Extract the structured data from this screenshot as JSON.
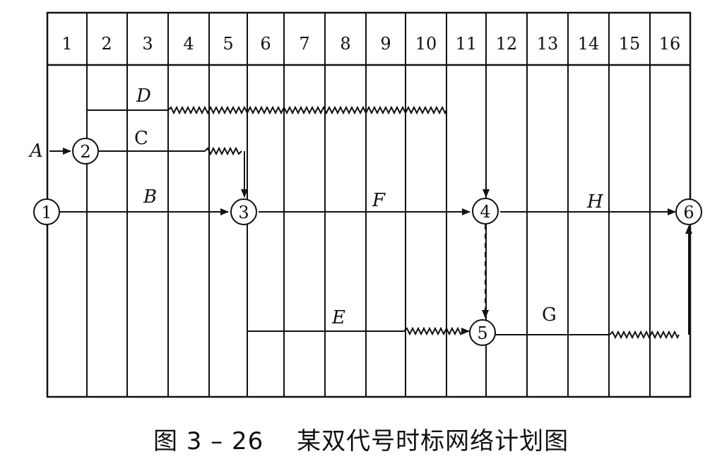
{
  "time_scale": [
    "1",
    "2",
    "3",
    "4",
    "5",
    "6",
    "7",
    "8",
    "9",
    "10",
    "11",
    "12",
    "13",
    "14",
    "15",
    "16"
  ],
  "nodes": [
    {
      "id": "node-1",
      "label": "1"
    },
    {
      "id": "node-2",
      "label": "2"
    },
    {
      "id": "node-3",
      "label": "3"
    },
    {
      "id": "node-4",
      "label": "4"
    },
    {
      "id": "node-5",
      "label": "5"
    },
    {
      "id": "node-6",
      "label": "6"
    }
  ],
  "activities": [
    {
      "id": "activity-a",
      "label": "A",
      "from": "",
      "to": "2"
    },
    {
      "id": "activity-b",
      "label": "B",
      "from": "1",
      "to": "3"
    },
    {
      "id": "activity-c",
      "label": "C",
      "from": "2",
      "to": "3"
    },
    {
      "id": "activity-d",
      "label": "D",
      "from": "2",
      "to": "4"
    },
    {
      "id": "activity-e",
      "label": "E",
      "from": "3",
      "to": "5"
    },
    {
      "id": "activity-f",
      "label": "F",
      "from": "3",
      "to": "4"
    },
    {
      "id": "activity-g",
      "label": "G",
      "from": "5",
      "to": "6"
    },
    {
      "id": "activity-h",
      "label": "H",
      "from": "4",
      "to": "6"
    },
    {
      "id": "dummy-4-5",
      "label": "",
      "from": "4",
      "to": "5",
      "dummy": true
    }
  ],
  "caption": "图 3 – 26　 某双代号时标网络计划图"
}
